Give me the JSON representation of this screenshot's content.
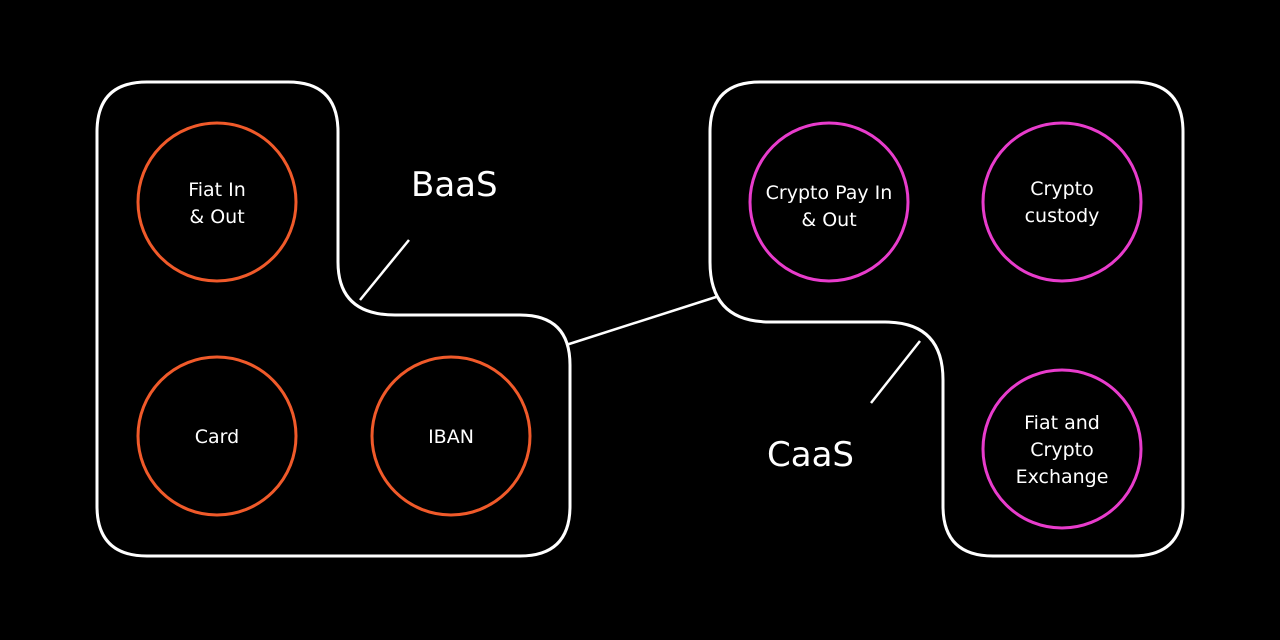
{
  "colors": {
    "background": "#000000",
    "outline": "#ffffff",
    "baas_accent": "#f05a2a",
    "caas_accent": "#e83ccc"
  },
  "baas": {
    "label": "BaaS",
    "nodes": [
      {
        "lines": [
          "Fiat In",
          "& Out"
        ]
      },
      {
        "lines": [
          "Card"
        ]
      },
      {
        "lines": [
          "IBAN"
        ]
      }
    ]
  },
  "caas": {
    "label": "CaaS",
    "nodes": [
      {
        "lines": [
          "Crypto Pay In",
          "& Out"
        ]
      },
      {
        "lines": [
          "Crypto",
          "custody"
        ]
      },
      {
        "lines": [
          "Fiat and",
          "Crypto",
          "Exchange"
        ]
      }
    ]
  }
}
